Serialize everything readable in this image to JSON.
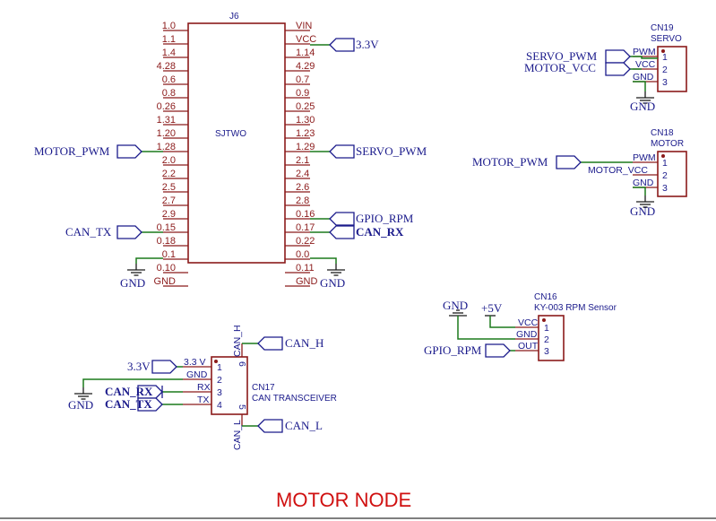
{
  "title": "MOTOR NODE",
  "j6": {
    "refdes": "J6",
    "value": "SJTWO",
    "left_pins": [
      "1.0",
      "1.1",
      "1.4",
      "4.28",
      "0.6",
      "0.8",
      "0.26",
      "1.31",
      "1.20",
      "1.28",
      "2.0",
      "2.2",
      "2.5",
      "2.7",
      "2.9",
      "0.15",
      "0.18",
      "0.1",
      "0.10",
      "GND"
    ],
    "right_pins": [
      "VIN",
      "VCC",
      "1.14",
      "4.29",
      "0.7",
      "0.9",
      "0.25",
      "1.30",
      "1.23",
      "1.29",
      "2.1",
      "2.4",
      "2.6",
      "2.8",
      "0.16",
      "0.17",
      "0.22",
      "0.0",
      "0.11",
      "GND"
    ]
  },
  "nets": {
    "motor_pwm": "MOTOR_PWM",
    "can_tx": "CAN_TX",
    "v33": "3.3V",
    "servo_pwm": "SERVO_PWM",
    "gpio_rpm": "GPIO_RPM",
    "can_rx": "CAN_RX",
    "gnd": "GND",
    "motor_vcc": "MOTOR_VCC",
    "v5": "+5V",
    "can_h": "CAN_H",
    "can_l": "CAN_L"
  },
  "cn19": {
    "refdes": "CN19",
    "value": "SERVO",
    "pins": [
      "1",
      "2",
      "3"
    ],
    "pin_names": [
      "PWM",
      "VCC",
      "GND"
    ]
  },
  "cn18": {
    "refdes": "CN18",
    "value": "MOTOR",
    "pins": [
      "1",
      "2",
      "3"
    ],
    "pin_names": [
      "PWM",
      "MOTOR_VCC",
      "GND"
    ]
  },
  "cn16": {
    "refdes": "CN16",
    "value": "KY-003 RPM Sensor",
    "pins": [
      "1",
      "2",
      "3"
    ],
    "pin_names": [
      "VCC",
      "GND",
      "OUT"
    ]
  },
  "cn17": {
    "refdes": "CN17",
    "value": "CAN TRANSCEIVER",
    "pins": [
      "1",
      "2",
      "3",
      "4",
      "5",
      "6"
    ],
    "pin_names": [
      "3.3 V",
      "GND",
      "RX",
      "TX",
      "CAN_L",
      "CAN_H"
    ]
  }
}
